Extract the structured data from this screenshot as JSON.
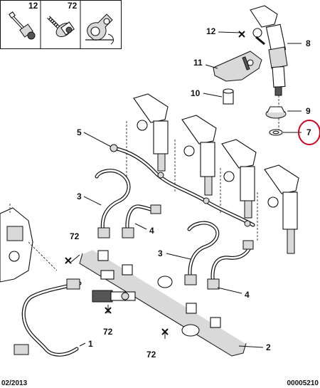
{
  "header_parts": [
    {
      "ref": "12",
      "icon": "bolt-icon"
    },
    {
      "ref": "72",
      "icon": "flanged-bolt-icon"
    },
    {
      "ref": "",
      "icon": "pipe-clip-icon"
    }
  ],
  "callouts": {
    "c1": "1",
    "c2": "2",
    "c3a": "3",
    "c3b": "3",
    "c4a": "4",
    "c4b": "4",
    "c5": "5",
    "c7": "7",
    "c8": "8",
    "c9": "9",
    "c10": "10",
    "c11": "11",
    "c12": "12",
    "c72a": "72",
    "c72b": "72",
    "c72c": "72"
  },
  "highlight": {
    "ref": "7",
    "color": "#d0021b"
  },
  "footer": {
    "date": "02/2013",
    "code": "00005210"
  }
}
